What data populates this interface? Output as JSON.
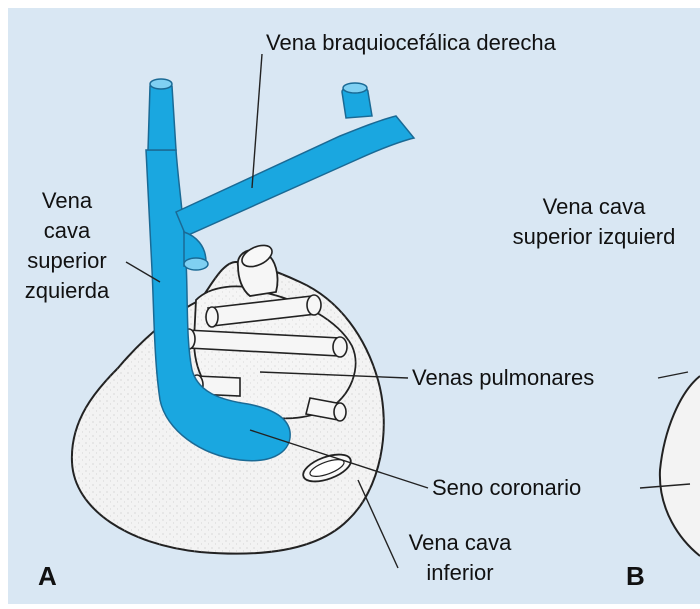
{
  "labels": {
    "brachiocephalic_right": "Vena braquiocefálica derecha",
    "left_svc_a": [
      "Vena",
      "cava",
      "superior",
      "zquierda"
    ],
    "left_svc_b": [
      "Vena cava",
      "superior izquierd"
    ],
    "pulmonary_veins": "Venas pulmonares",
    "coronary_sinus": "Seno coronario",
    "ivc": [
      "Vena cava",
      "inferior"
    ]
  },
  "panels": {
    "a": "A",
    "b": "B"
  },
  "colors": {
    "background": "#d9e7f3",
    "vein_blue": "#1aa7e0",
    "heart_fill": "#f3f3f3",
    "outline": "#222222"
  }
}
